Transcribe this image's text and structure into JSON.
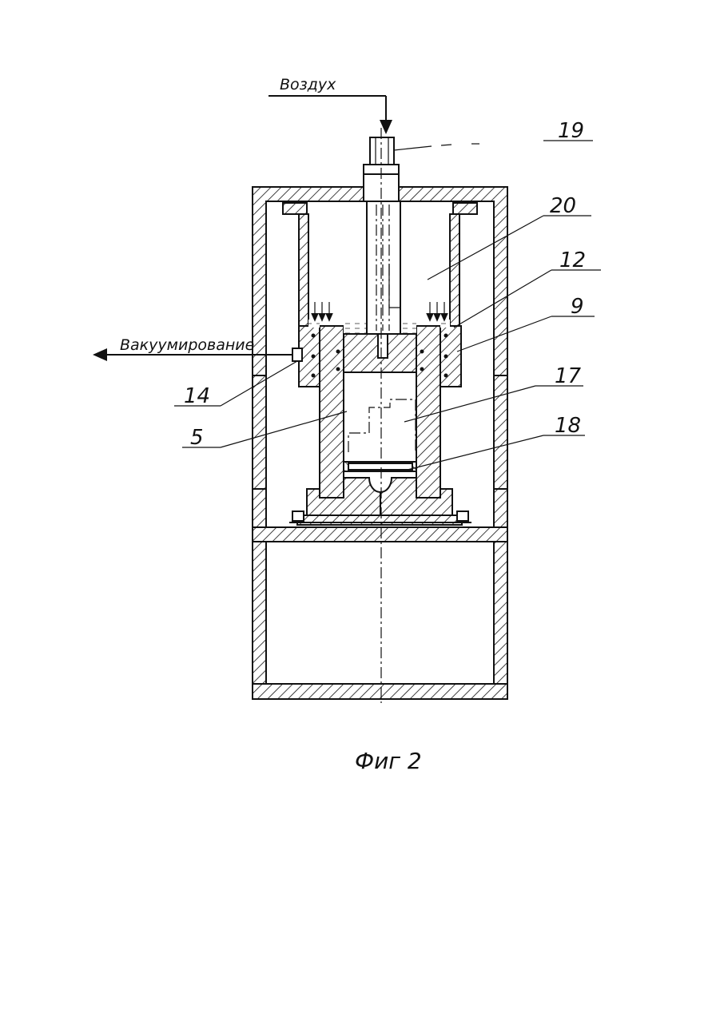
{
  "labels": {
    "air": "Воздух",
    "vacuum": "Вакуумирование",
    "caption": "Фиг 2"
  },
  "callouts": [
    "19",
    "20",
    "12",
    "9",
    "14",
    "5",
    "17",
    "18"
  ],
  "icons": {
    "air_arrow": "arrow-down-icon",
    "vacuum_arrow": "arrow-left-icon"
  }
}
